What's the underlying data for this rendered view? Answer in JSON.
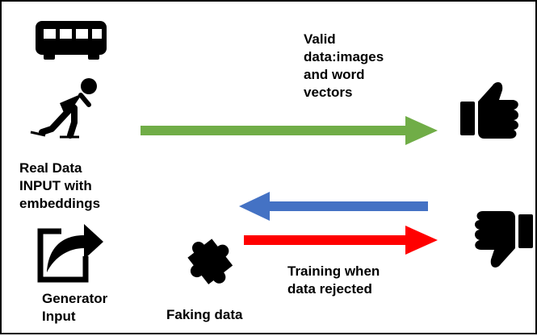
{
  "labels": {
    "valid_data": "Valid\ndata:images\nand word\nvectors",
    "real_data": "Real Data\nINPUT with\nembeddings",
    "generator_input": "Generator\nInput",
    "faking_data": "Faking data",
    "training_rejected": "Training when\ndata rejected"
  },
  "icons": {
    "bus": "bus-icon",
    "skater": "skater-icon",
    "generator": "share-arrow-icon",
    "puzzle": "puzzle-piece-icon",
    "thumbs_up": "thumbs-up-icon",
    "thumbs_down": "thumbs-down-icon"
  },
  "colors": {
    "green_arrow": "#70ad47",
    "blue_arrow": "#4472c4",
    "red_arrow": "#ff0000"
  }
}
